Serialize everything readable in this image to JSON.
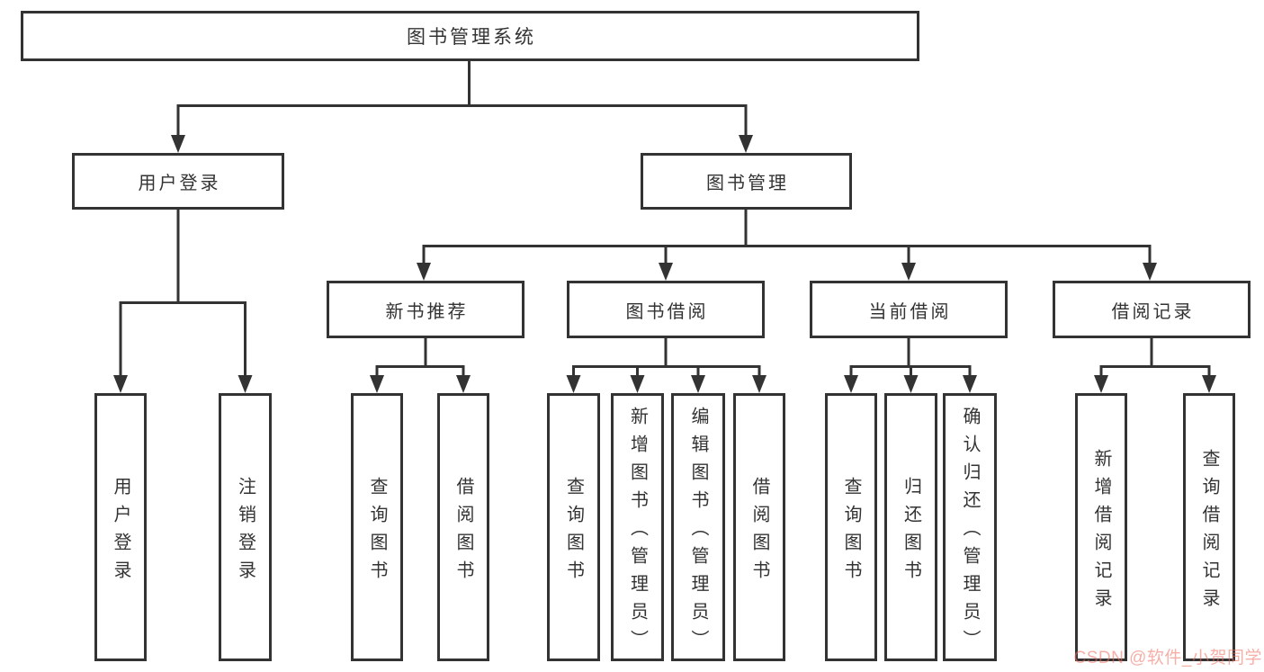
{
  "colors": {
    "line": "#333333",
    "text": "#333333",
    "box_bg": "#ffffff",
    "page_bg": "#ffffff",
    "watermark": "rgba(238,110,95,0.55)"
  },
  "diagram": {
    "root": {
      "label": "图书管理系统"
    },
    "level2": [
      {
        "label": "用户登录"
      },
      {
        "label": "图书管理"
      }
    ],
    "level3": [
      {
        "label": "新书推荐"
      },
      {
        "label": "图书借阅"
      },
      {
        "label": "当前借阅"
      },
      {
        "label": "借阅记录"
      }
    ],
    "leaves": {
      "user_login": [
        "用户登录",
        "注销登录"
      ],
      "new_book_recommendation": [
        "查询图书",
        "借阅图书"
      ],
      "book_borrowing": [
        "查询图书",
        "新增图书（管理员）",
        "编辑图书（管理员）",
        "借阅图书"
      ],
      "current_borrowing": [
        "查询图书",
        "归还图书",
        "确认归还（管理员）"
      ],
      "borrowing_records": [
        "新增借阅记录",
        "查询借阅记录"
      ]
    }
  },
  "watermark": {
    "text": "CSDN @软件_小贺同学"
  }
}
